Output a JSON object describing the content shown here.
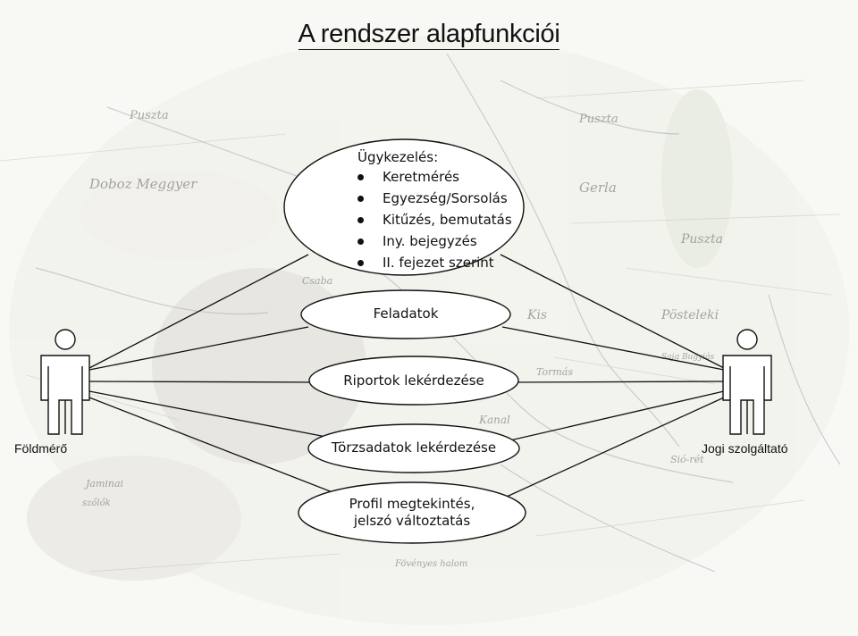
{
  "title": "A rendszer alapfunkciói",
  "actors": {
    "left": "Földmérő",
    "right": "Jogi szolgáltató"
  },
  "ugykezeles": {
    "heading": "Ügykezelés:",
    "items": [
      "Keretmérés",
      "Egyezség/Sorsolás",
      "Kitűzés, bemutatás",
      "Iny. bejegyzés",
      "II. fejezet szerint"
    ]
  },
  "use_cases": {
    "feladatok": "Feladatok",
    "riportok": "Riportok lekérdezése",
    "torzsadatok": "Törzsadatok lekérdezése",
    "profil_line1": "Profil megtekintés,",
    "profil_line2": "jelszó változtatás"
  },
  "map_text": [
    "Puszta",
    "Doboz Meggyer",
    "Puszta",
    "Gerla",
    "Puszta",
    "Kis",
    "Pösteleki",
    "Sajg Bugyiás",
    "Csaba",
    "Kanal",
    "Tormás",
    "Sió-rét",
    "Jaminai",
    "szőlők",
    "Fövényes halom"
  ]
}
